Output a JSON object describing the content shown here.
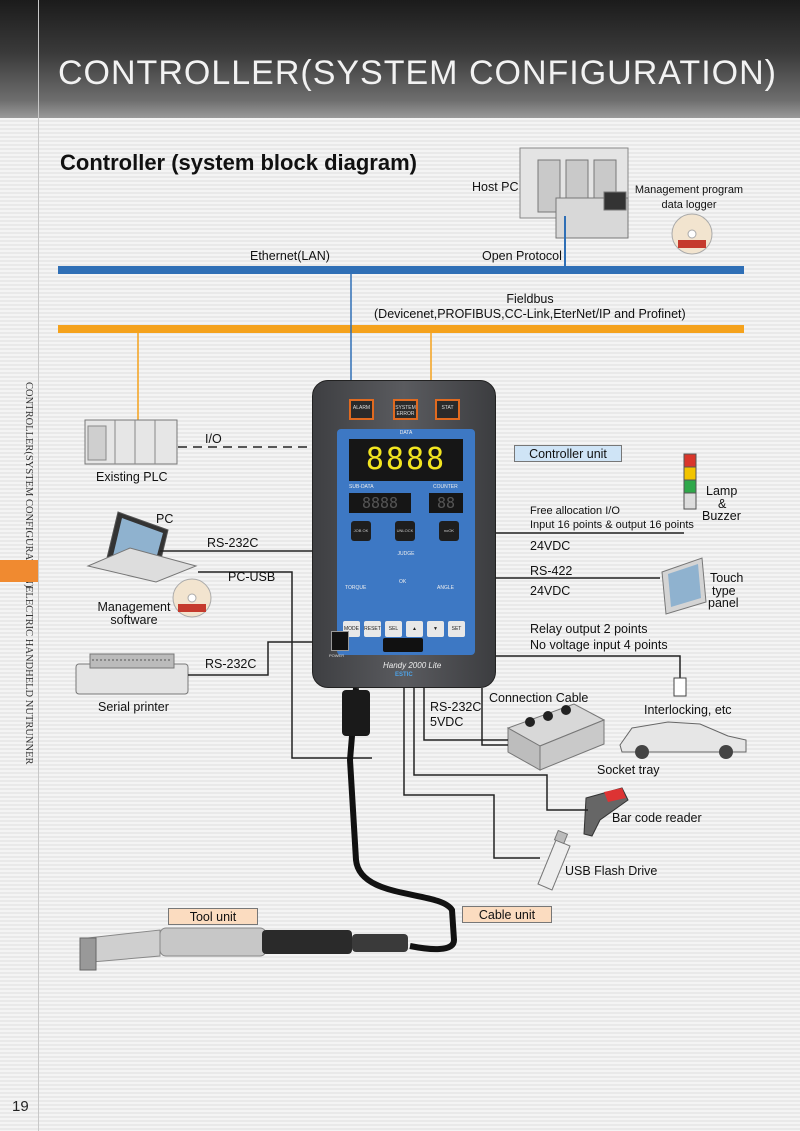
{
  "header": {
    "title": "CONTROLLER(SYSTEM CONFIGURATION)"
  },
  "side": {
    "upper": "CONTROLLER(SYSTEM CONFIGURATION)",
    "lower": "ELECTRIC HANDHELD NUTRUNNER"
  },
  "page_number": "19",
  "section_title": "Controller (system block diagram)",
  "colors": {
    "ethernet": "#2f6fb6",
    "fieldbus": "#f5a21c",
    "accent": "#f08a30"
  },
  "nodes": {
    "host_pc": "Host PC",
    "management_program": "Management program",
    "data_logger": "data logger",
    "ethernet": "Ethernet(LAN)",
    "open_protocol": "Open Protocol",
    "fieldbus": "Fieldbus",
    "fieldbus_list": "(Devicenet,PROFIBUS,CC-Link,EterNet/IP and Profinet)",
    "io": "I/O",
    "existing_plc": "Existing PLC",
    "pc": "PC",
    "rs232c_pc": "RS-232C",
    "pc_usb": "PC-USB",
    "management_software_1": "Management",
    "management_software_2": "software",
    "rs232c_printer": "RS-232C",
    "serial_printer": "Serial printer",
    "controller_unit": "Controller unit",
    "lamp": "Lamp",
    "amp": "&",
    "buzzer": "Buzzer",
    "free_io": "Free allocation I/O",
    "io_points": "Input 16 points & output 16 points",
    "vdc_1": "24VDC",
    "rs422": "RS-422",
    "vdc_2": "24VDC",
    "touch_1": "Touch",
    "touch_2": "type",
    "touch_3": "panel",
    "relay": "Relay output 2 points",
    "novoltage": "No voltage input 4 points",
    "connection_cable": "Connection Cable",
    "rs232c_bottom": "RS-232C",
    "vdc_5": "5VDC",
    "interlocking": "Interlocking, etc",
    "socket_tray": "Socket tray",
    "barcode": "Bar code reader",
    "usb_flash": "USB Flash Drive",
    "tool_unit": "Tool unit",
    "cable_unit": "Cable unit"
  },
  "controller": {
    "alarm": "ALARM",
    "system_error": "SYSTEM ERROR",
    "stat": "STAT",
    "data_label": "DATA",
    "display": "8888",
    "sub_data_label": "SUB-DATA",
    "counter_label": "COUNTER",
    "sub_display": "8888",
    "counter_display": "88",
    "job_ok": "JOB OK",
    "unlock": "UNLOCK",
    "nok": "noOK",
    "judge": "JUDGE",
    "torque": "TORQUE",
    "ok": "OK",
    "angle": "ANGLE",
    "keys": [
      "MODE",
      "RESET",
      "SEL",
      "▲",
      "▼",
      "SET"
    ],
    "power": "POWER",
    "brand": "Handy 2000 Lite",
    "maker": "ESTIC"
  }
}
